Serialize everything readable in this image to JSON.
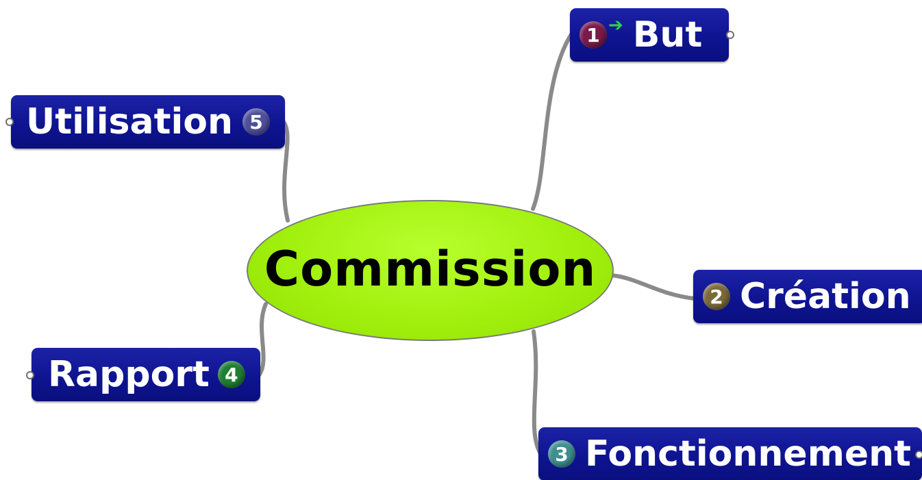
{
  "central": {
    "label": "Commission",
    "color": "#a2f00e"
  },
  "branches": [
    {
      "id": "but",
      "label": "But",
      "number": "1",
      "badge_color": "#7a1a4a",
      "icon": "green-right-arrow-icon"
    },
    {
      "id": "creation",
      "label": "Création",
      "number": "2",
      "badge_color": "#7a6a3a"
    },
    {
      "id": "fonctionnement",
      "label": "Fonctionnement",
      "number": "3",
      "badge_color": "#3f8f8f"
    },
    {
      "id": "rapport",
      "label": "Rapport",
      "number": "4",
      "badge_color": "#1f7f2f"
    },
    {
      "id": "utilisation",
      "label": "Utilisation",
      "number": "5",
      "badge_color": "#50509a"
    }
  ],
  "colors": {
    "node_background": "#0e1491",
    "node_text": "#ffffff",
    "connector": "#8a8a8a",
    "arrow": "#2fd24a"
  }
}
